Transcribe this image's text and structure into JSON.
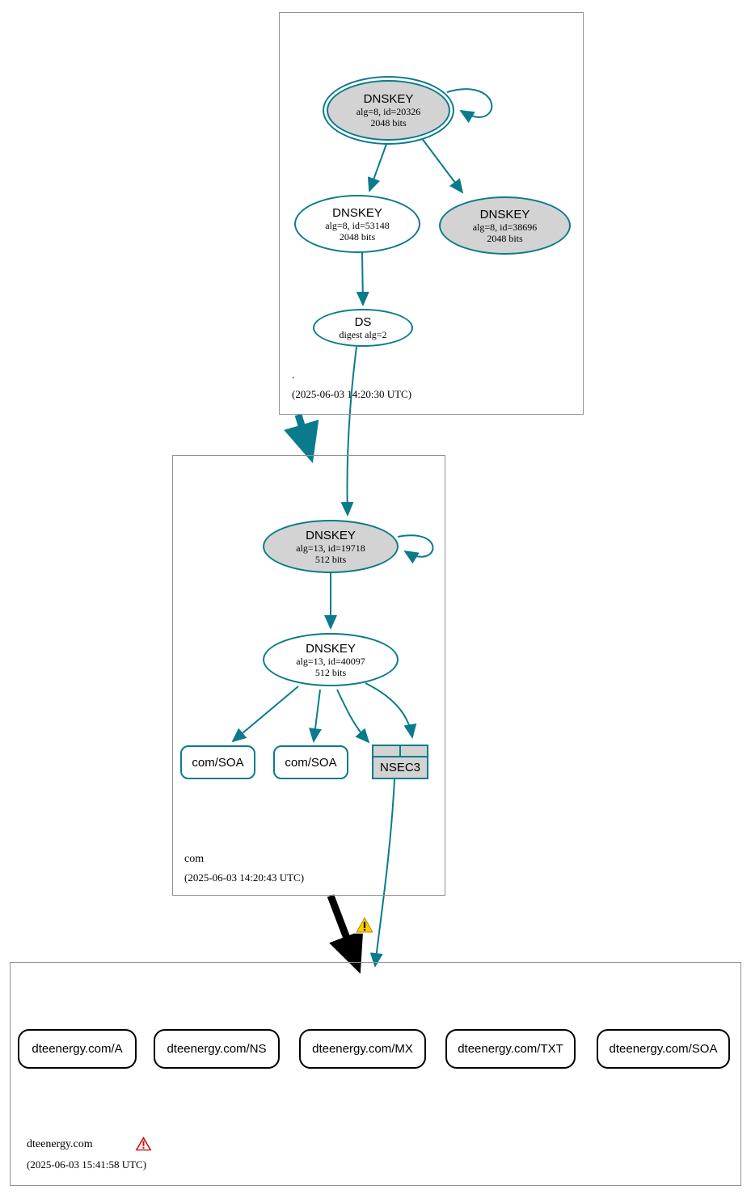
{
  "diagram": {
    "type": "dnssec-authentication-chain",
    "title": "dteenergy.com DNSSEC authentication chain",
    "colors": {
      "secure_edge": "#0a7b8c",
      "insecure_edge": "#000000",
      "node_fill_sep": "#d3d3d3",
      "node_fill_plain": "#ffffff",
      "zone_border": "#929292",
      "warning": "#ffcc00",
      "error": "#cc0000"
    }
  },
  "zones": [
    {
      "id": "root",
      "name": ".",
      "timestamp": "(2025-06-03 14:20:30 UTC)",
      "status_icon": null
    },
    {
      "id": "com",
      "name": "com",
      "timestamp": "(2025-06-03 14:20:43 UTC)",
      "status_icon": null
    },
    {
      "id": "dteenergy",
      "name": "dteenergy.com",
      "timestamp": "(2025-06-03 15:41:58 UTC)",
      "status_icon": "error-triangle-icon"
    }
  ],
  "nodes": {
    "root_ksk": {
      "type": "DNSKEY",
      "line1": "DNSKEY",
      "line2": "alg=8, id=20326",
      "line3": "2048 bits",
      "alg": 8,
      "key_id": 20326,
      "bits": 2048,
      "role": "ksk-trust-anchor",
      "fill": "gray",
      "double_border": true,
      "self_signed": true
    },
    "root_zsk": {
      "type": "DNSKEY",
      "line1": "DNSKEY",
      "line2": "alg=8, id=53148",
      "line3": "2048 bits",
      "alg": 8,
      "key_id": 53148,
      "bits": 2048,
      "role": "zsk",
      "fill": "white",
      "double_border": false,
      "self_signed": false
    },
    "root_other": {
      "type": "DNSKEY",
      "line1": "DNSKEY",
      "line2": "alg=8, id=38696",
      "line3": "2048 bits",
      "alg": 8,
      "key_id": 38696,
      "bits": 2048,
      "role": "ksk",
      "fill": "gray",
      "double_border": false,
      "self_signed": false
    },
    "root_ds": {
      "type": "DS",
      "line1": "DS",
      "line2": "digest alg=2",
      "line3": "",
      "digest_alg": 2,
      "fill": "white"
    },
    "com_ksk": {
      "type": "DNSKEY",
      "line1": "DNSKEY",
      "line2": "alg=13, id=19718",
      "line3": "512 bits",
      "alg": 13,
      "key_id": 19718,
      "bits": 512,
      "role": "ksk",
      "fill": "gray",
      "double_border": false,
      "self_signed": true
    },
    "com_zsk": {
      "type": "DNSKEY",
      "line1": "DNSKEY",
      "line2": "alg=13, id=40097",
      "line3": "512 bits",
      "alg": 13,
      "key_id": 40097,
      "bits": 512,
      "role": "zsk",
      "fill": "white",
      "double_border": false,
      "self_signed": false
    },
    "com_soa_1": {
      "type": "RRset",
      "label": "com/SOA",
      "secure": true
    },
    "com_soa_2": {
      "type": "RRset",
      "label": "com/SOA",
      "secure": true
    },
    "com_nsec3": {
      "type": "NSEC3",
      "label": "NSEC3",
      "secure": true
    }
  },
  "rrsets_insecure": [
    {
      "label": "dteenergy.com/A"
    },
    {
      "label": "dteenergy.com/NS"
    },
    {
      "label": "dteenergy.com/MX"
    },
    {
      "label": "dteenergy.com/TXT"
    },
    {
      "label": "dteenergy.com/SOA"
    }
  ],
  "status": {
    "delegation_warning_icon": "warning-triangle-icon",
    "zone_error_icon": "error-triangle-icon"
  }
}
